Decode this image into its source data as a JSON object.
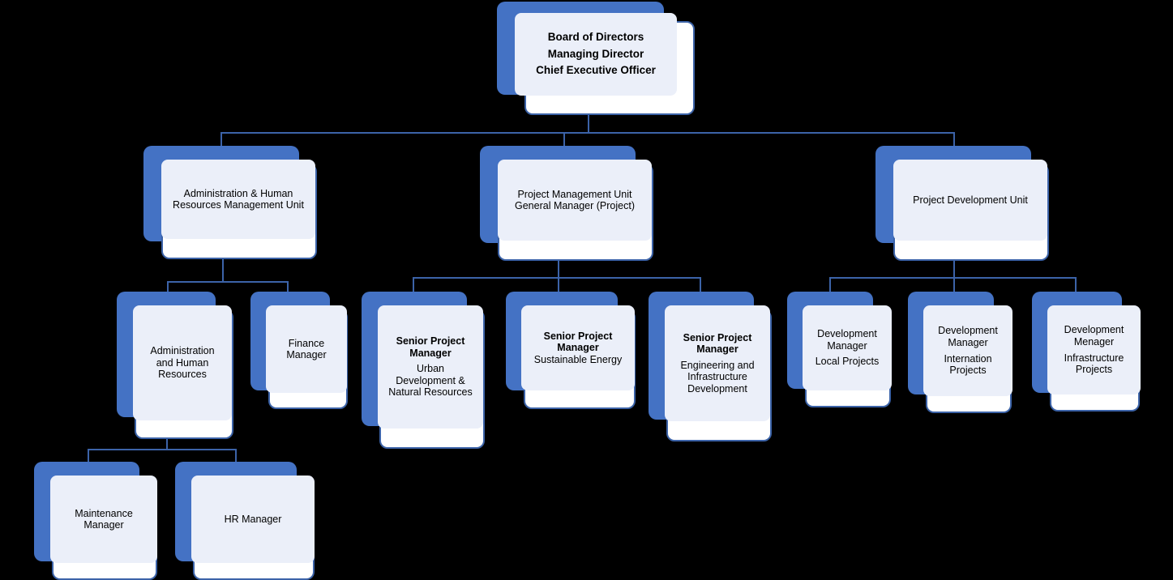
{
  "meta": {
    "title": "Organization Chart",
    "background_color": "#000000",
    "accent_blue": "#4472C4",
    "line_color": "#3C63A8",
    "card_fill": "#FFFFFF",
    "inner_fill": "#EBEFF9",
    "text_color": "#000000"
  },
  "chart_data": {
    "type": "diagram",
    "subtype": "organizational-chart",
    "orientation": "top-down",
    "levels": 4,
    "node_count": 14
  },
  "nodes": {
    "root": {
      "id": "board-of-directors",
      "level": 0,
      "lines": [
        {
          "text": "Board of Directors",
          "bold": true
        },
        {
          "text": "Managing Director",
          "bold": true
        },
        {
          "text": "Chief Executive Officer",
          "bold": true
        }
      ]
    },
    "unit_admin_hr": {
      "id": "administration-human-resources-management-unit",
      "level": 1,
      "lines": [
        {
          "text": "Administration & Human\nResources Management Unit",
          "bold": false
        }
      ]
    },
    "unit_project_mgmt": {
      "id": "project-management-unit",
      "level": 1,
      "lines": [
        {
          "text": "Project Management Unit\nGeneral Manager (Project)",
          "bold": false
        }
      ]
    },
    "unit_project_dev": {
      "id": "project-development-unit",
      "level": 1,
      "lines": [
        {
          "text": "Project Development Unit",
          "bold": false
        }
      ]
    },
    "admin_and_hr": {
      "id": "administration-and-human-resources",
      "level": 2,
      "lines": [
        {
          "text": "Administration\nand Human\nResources",
          "bold": false
        }
      ]
    },
    "finance_manager": {
      "id": "finance-manager",
      "level": 2,
      "lines": [
        {
          "text": "Finance\nManager",
          "bold": false
        }
      ]
    },
    "spm_urban": {
      "id": "senior-project-manager-urban-development",
      "level": 2,
      "lines": [
        {
          "text": "Senior Project\nManager",
          "bold": true
        },
        {
          "text": "Urban\nDevelopment &\nNatural Resources",
          "bold": false
        }
      ]
    },
    "spm_energy": {
      "id": "senior-project-manager-sustainable-energy",
      "level": 2,
      "lines": [
        {
          "text": "Senior Project\nManager",
          "bold": true
        },
        {
          "text": "Sustainable Energy",
          "bold": false
        }
      ]
    },
    "spm_engineering": {
      "id": "senior-project-manager-engineering-infrastructure",
      "level": 2,
      "lines": [
        {
          "text": "Senior Project\nManager",
          "bold": true
        },
        {
          "text": "Engineering and\nInfrastructure\nDevelopment",
          "bold": false
        }
      ]
    },
    "dev_local": {
      "id": "development-manager-local-projects",
      "level": 2,
      "lines": [
        {
          "text": "Development\nManager",
          "bold": false
        },
        {
          "text": "Local Projects",
          "bold": false
        }
      ]
    },
    "dev_international": {
      "id": "development-manager-internation-projects",
      "level": 2,
      "lines": [
        {
          "text": "Development\nManager",
          "bold": false
        },
        {
          "text": "Internation\nProjects",
          "bold": false
        }
      ]
    },
    "dev_infrastructure": {
      "id": "development-menager-infrastructure-projects",
      "level": 2,
      "lines": [
        {
          "text": "Development\nMenager",
          "bold": false
        },
        {
          "text": "Infrastructure\nProjects",
          "bold": false
        }
      ]
    },
    "maintenance_manager": {
      "id": "maintenance-manager",
      "level": 3,
      "lines": [
        {
          "text": "Maintenance\nManager",
          "bold": false
        }
      ]
    },
    "hr_manager": {
      "id": "hr-manager",
      "level": 3,
      "lines": [
        {
          "text": "HR Manager",
          "bold": false
        }
      ]
    }
  }
}
